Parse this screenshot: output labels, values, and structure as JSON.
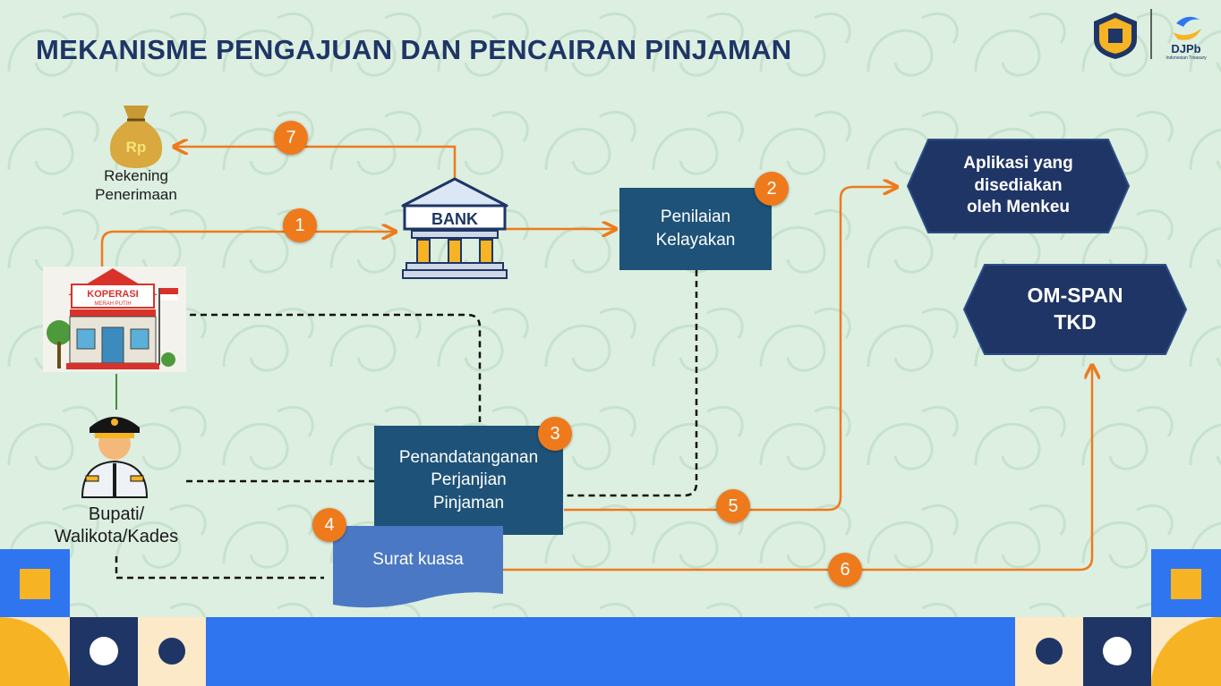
{
  "page": {
    "title": "MEKANISME PENGAJUAN DAN PENCAIRAN PINJAMAN"
  },
  "logos": {
    "djpb_text": "DJPb",
    "djpb_subtext": "Indonesian Treasury"
  },
  "colors": {
    "title": "#1f3566",
    "arrow": "#ee7a1c",
    "navy": "#1f3566",
    "box_dark": "#1e5278",
    "box_blue": "#4a78c4",
    "bottom_blue": "#2f75f0",
    "yellow": "#f6b424"
  },
  "nodes": {
    "rekening": {
      "label_line1": "Rekening",
      "label_line2": "Penerimaan",
      "icon_text": "Rp"
    },
    "bank": {
      "icon_text": "BANK"
    },
    "koperasi": {
      "sign_line1": "KOPERASI",
      "sign_line2": "MERAH PUTIH"
    },
    "bupati": {
      "label_line1": "Bupati/",
      "label_line2": "Walikota/Kades"
    },
    "penilaian": {
      "line1": "Penilaian",
      "line2": "Kelayakan"
    },
    "penandatanganan": {
      "line1": "Penandatanganan",
      "line2": "Perjanjian",
      "line3": "Pinjaman"
    },
    "surat": {
      "label": "Surat kuasa"
    },
    "aplikasi": {
      "line1": "Aplikasi yang",
      "line2": "disediakan",
      "line3": "oleh Menkeu"
    },
    "omspan": {
      "line1": "OM-SPAN",
      "line2": "TKD"
    }
  },
  "steps": [
    "1",
    "2",
    "3",
    "4",
    "5",
    "6",
    "7"
  ]
}
